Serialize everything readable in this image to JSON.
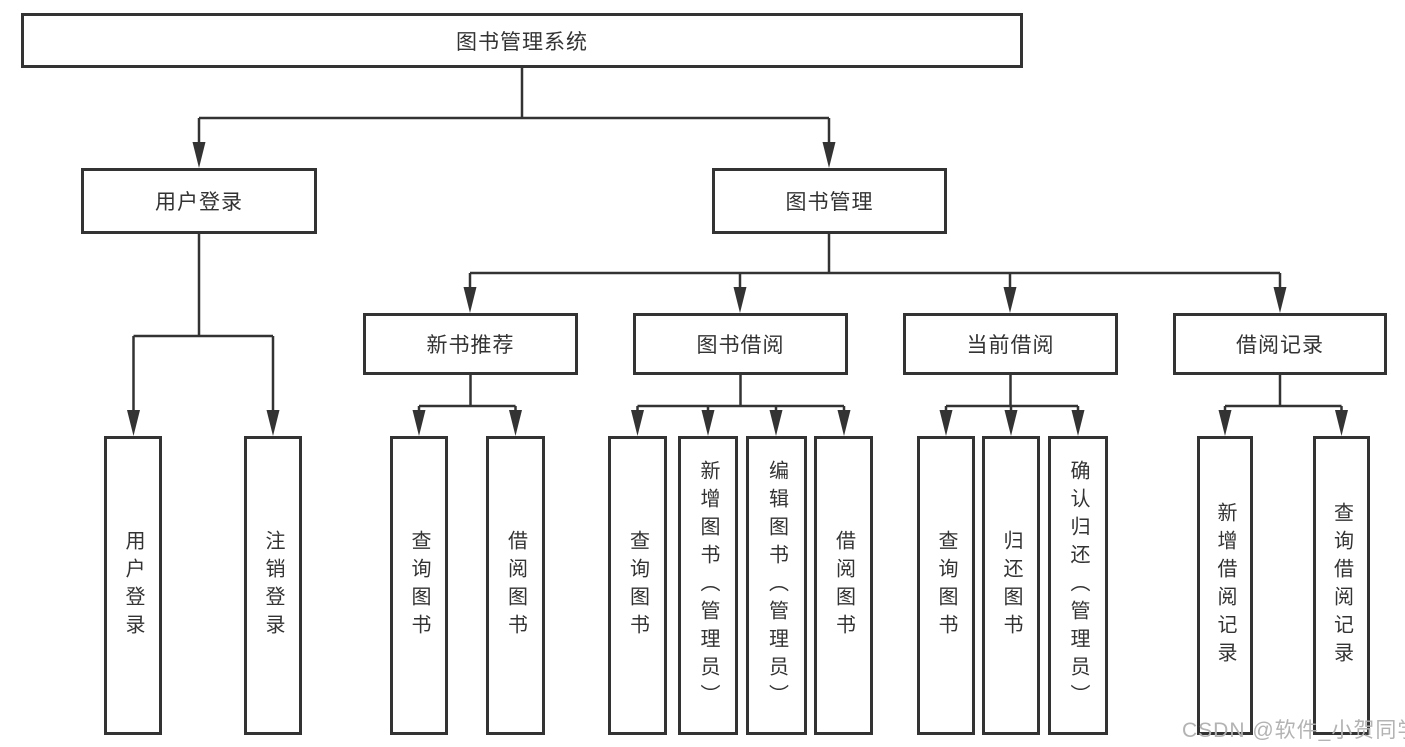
{
  "colors": {
    "line": "#333333",
    "box_border": "#333333",
    "box_fill": "#ffffff",
    "watermark": "#b3b3b3",
    "background": "#ffffff"
  },
  "watermark": {
    "text": "CSDN @软件_小贺同学"
  },
  "tree": {
    "root": {
      "label": "图书管理系统",
      "children": [
        {
          "label": "用户登录",
          "children": [
            {
              "label": "用户登录"
            },
            {
              "label": "注销登录"
            }
          ]
        },
        {
          "label": "图书管理",
          "children": [
            {
              "label": "新书推荐",
              "children": [
                {
                  "label": "查询图书"
                },
                {
                  "label": "借阅图书"
                }
              ]
            },
            {
              "label": "图书借阅",
              "children": [
                {
                  "label": "查询图书"
                },
                {
                  "label": "新增图书（管理员）"
                },
                {
                  "label": "编辑图书（管理员）"
                },
                {
                  "label": "借阅图书"
                }
              ]
            },
            {
              "label": "当前借阅",
              "children": [
                {
                  "label": "查询图书"
                },
                {
                  "label": "归还图书"
                },
                {
                  "label": "确认归还（管理员）"
                }
              ]
            },
            {
              "label": "借阅记录",
              "children": [
                {
                  "label": "新增借阅记录"
                },
                {
                  "label": "查询借阅记录"
                }
              ]
            }
          ]
        }
      ]
    }
  }
}
